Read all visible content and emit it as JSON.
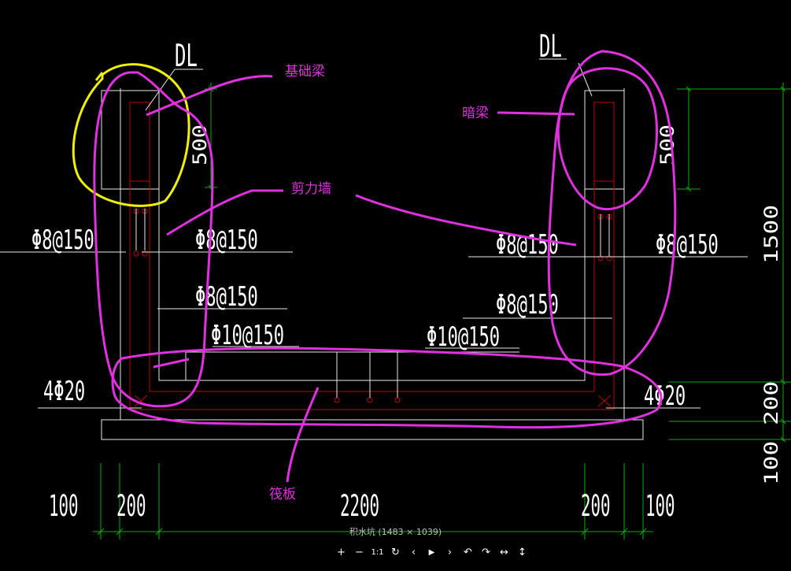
{
  "labels": {
    "dl_left": "DL",
    "dl_right": "DL",
    "rebar_left_outer": "Φ8@150",
    "rebar_left_inner": "Φ8@150",
    "rebar_left_inner2": "Φ8@150",
    "rebar_right_wall": "Φ8@150",
    "rebar_right_outer": "Φ8@150",
    "rebar_right_inner2": "Φ8@150",
    "slab_rebar_left": "Φ10@150",
    "slab_rebar_right": "Φ10@150",
    "corner_bars_left": "4Φ20",
    "corner_bars_right": "4Φ20"
  },
  "dimensions": {
    "beam_height_left": "500",
    "beam_height_right": "500",
    "wall_height": "1500",
    "slab_thickness": "200",
    "bedding_thickness": "100",
    "bottom": [
      "100",
      "200",
      "2200",
      "200",
      "100"
    ]
  },
  "annotations": {
    "foundation_beam": "基础梁",
    "hidden_beam": "暗梁",
    "shear_wall": "剪力墙",
    "raft": "筏板"
  },
  "viewer": {
    "caption": "积水坑 (1483 × 1039)",
    "toolbar": [
      {
        "icon": "zoom-in-icon",
        "glyph": "+"
      },
      {
        "icon": "zoom-out-icon",
        "glyph": "−"
      },
      {
        "icon": "actual-size-icon",
        "glyph": "1:1"
      },
      {
        "icon": "refresh-icon",
        "glyph": "↻"
      },
      {
        "icon": "prev-icon",
        "glyph": "‹"
      },
      {
        "icon": "play-icon",
        "glyph": "▶"
      },
      {
        "icon": "next-icon",
        "glyph": "›"
      },
      {
        "icon": "rotate-left-icon",
        "glyph": "↶"
      },
      {
        "icon": "rotate-right-icon",
        "glyph": "↷"
      },
      {
        "icon": "flip-horizontal-icon",
        "glyph": "↔"
      },
      {
        "icon": "flip-vertical-icon",
        "glyph": "↕"
      }
    ]
  },
  "colors": {
    "background": "#000000",
    "outline": "#ffffff",
    "rebar": "#c00000",
    "dimension": "#00c000",
    "annotation": "#e030e0",
    "highlight": "#f0f000"
  }
}
